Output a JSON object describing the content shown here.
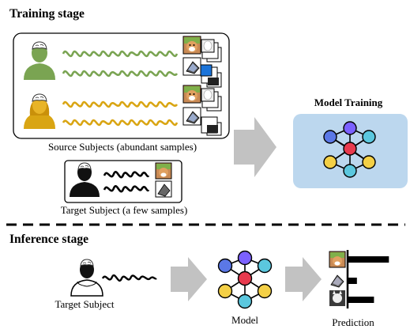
{
  "training": {
    "title": "Training stage",
    "source_caption": "Source Subjects (abundant samples)",
    "target_caption": "Target Subject (a few samples)",
    "model_box_title": "Model Training"
  },
  "inference": {
    "title": "Inference stage",
    "subject_caption": "Target Subject",
    "model_caption": "Model",
    "prediction_caption": "Prediction",
    "prediction_values": [
      0.95,
      0.2,
      0.6
    ]
  },
  "colors": {
    "green": "#7aa452",
    "green_dark": "#6a9a3e",
    "gold": "#d9a513",
    "gold_dark": "#c9900a",
    "model_box": "#bcd7ee",
    "arrow": "#c2c2c2",
    "node_purple": "#7b61ff",
    "node_red": "#e83a4e",
    "node_yellow": "#f4d046",
    "node_cyan": "#5bc7de",
    "node_blue": "#5b78e6"
  },
  "icons": [
    "person-brain-icon",
    "dog-image-icon",
    "laptop-image-icon",
    "neural-network-icon"
  ]
}
